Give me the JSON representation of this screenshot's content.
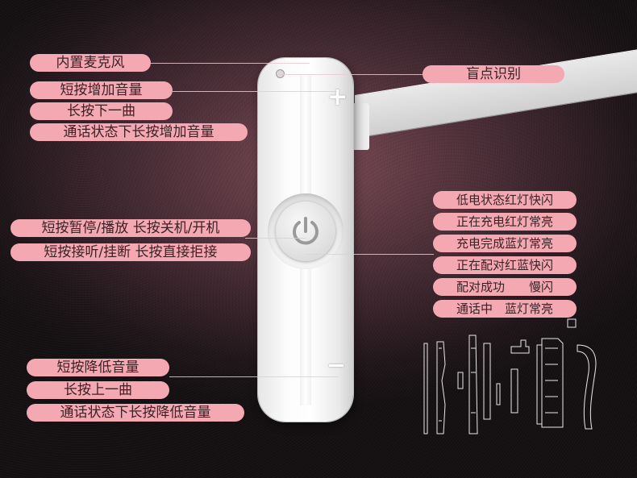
{
  "labels": {
    "microphone": "内置麦克风",
    "blind_dot": "盲点识别",
    "plus_short": "短按增加音量",
    "plus_long": "长按下一曲",
    "plus_call": "通话状态下长按增加音量",
    "power_1": "短按暂停/播放 长按关机/开机",
    "power_2": "短按接听/挂断 长按直接拒接",
    "minus_short": "短按降低音量",
    "minus_long": "长按上一曲",
    "minus_call": "通话状态下长按降低音量"
  },
  "led_status": [
    "低电状态红灯快闪",
    "正在充电红灯常亮",
    "充电完成蓝灯常亮",
    "正在配对红蓝快闪",
    "配对成功　　慢闪",
    "通话中　蓝灯常亮"
  ],
  "colors": {
    "pill": "#f3a8b2",
    "pill_text": "#3a2226",
    "device": "#f7f7f7"
  },
  "icons": {
    "power": "power-icon",
    "plus": "plus-icon",
    "minus": "minus-icon",
    "mic": "microphone-hole-icon"
  }
}
